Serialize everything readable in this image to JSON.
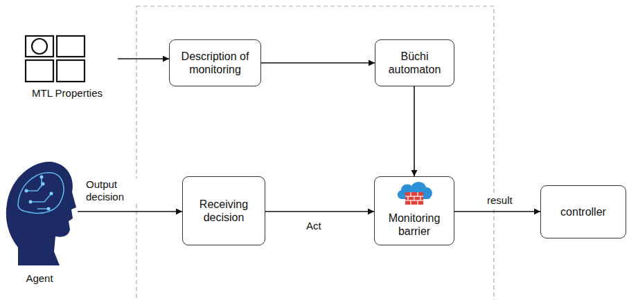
{
  "diagram": {
    "nodes": [
      {
        "text": [
          "MTL Properties"
        ]
      },
      {
        "text": [
          "Description of monitoring"
        ]
      },
      {
        "text": [
          "Büchi automaton"
        ]
      },
      {
        "text": [
          "Agent"
        ]
      },
      {
        "text": [
          "Receiving decision"
        ]
      },
      {
        "text": [
          "Monitoring barrier"
        ]
      },
      {
        "text": [
          "controller"
        ]
      }
    ],
    "edges": [
      {
        "from": 0,
        "to": 1,
        "arrow": "to"
      },
      {
        "from": 1,
        "to": 2,
        "arrow": "to"
      },
      {
        "from": 2,
        "to": 5,
        "arrow": "to"
      },
      {
        "from": 3,
        "to": 4,
        "arrow": "to",
        "label": "Output decision"
      },
      {
        "from": 4,
        "to": 5,
        "arrow": "to",
        "label": "Act"
      },
      {
        "from": 5,
        "to": 6,
        "arrow": "to",
        "label": "result"
      }
    ]
  }
}
